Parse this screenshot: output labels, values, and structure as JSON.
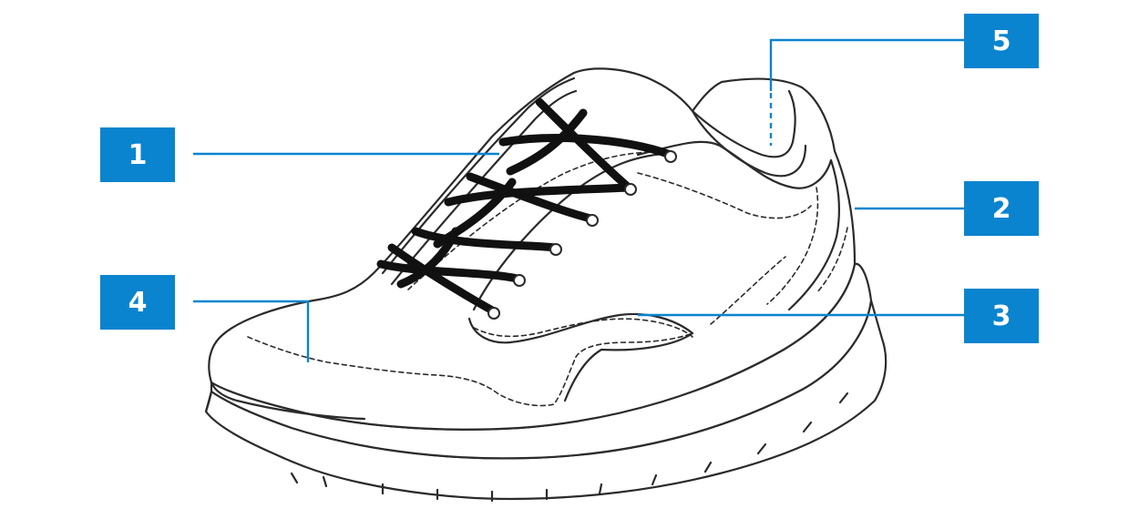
{
  "colors": {
    "accent": "#0a84cf",
    "outline": "#2b2b2b",
    "lace": "#111111",
    "background": "#ffffff"
  },
  "callouts": [
    {
      "label": "1"
    },
    {
      "label": "2"
    },
    {
      "label": "3"
    },
    {
      "label": "4"
    },
    {
      "label": "5"
    }
  ]
}
